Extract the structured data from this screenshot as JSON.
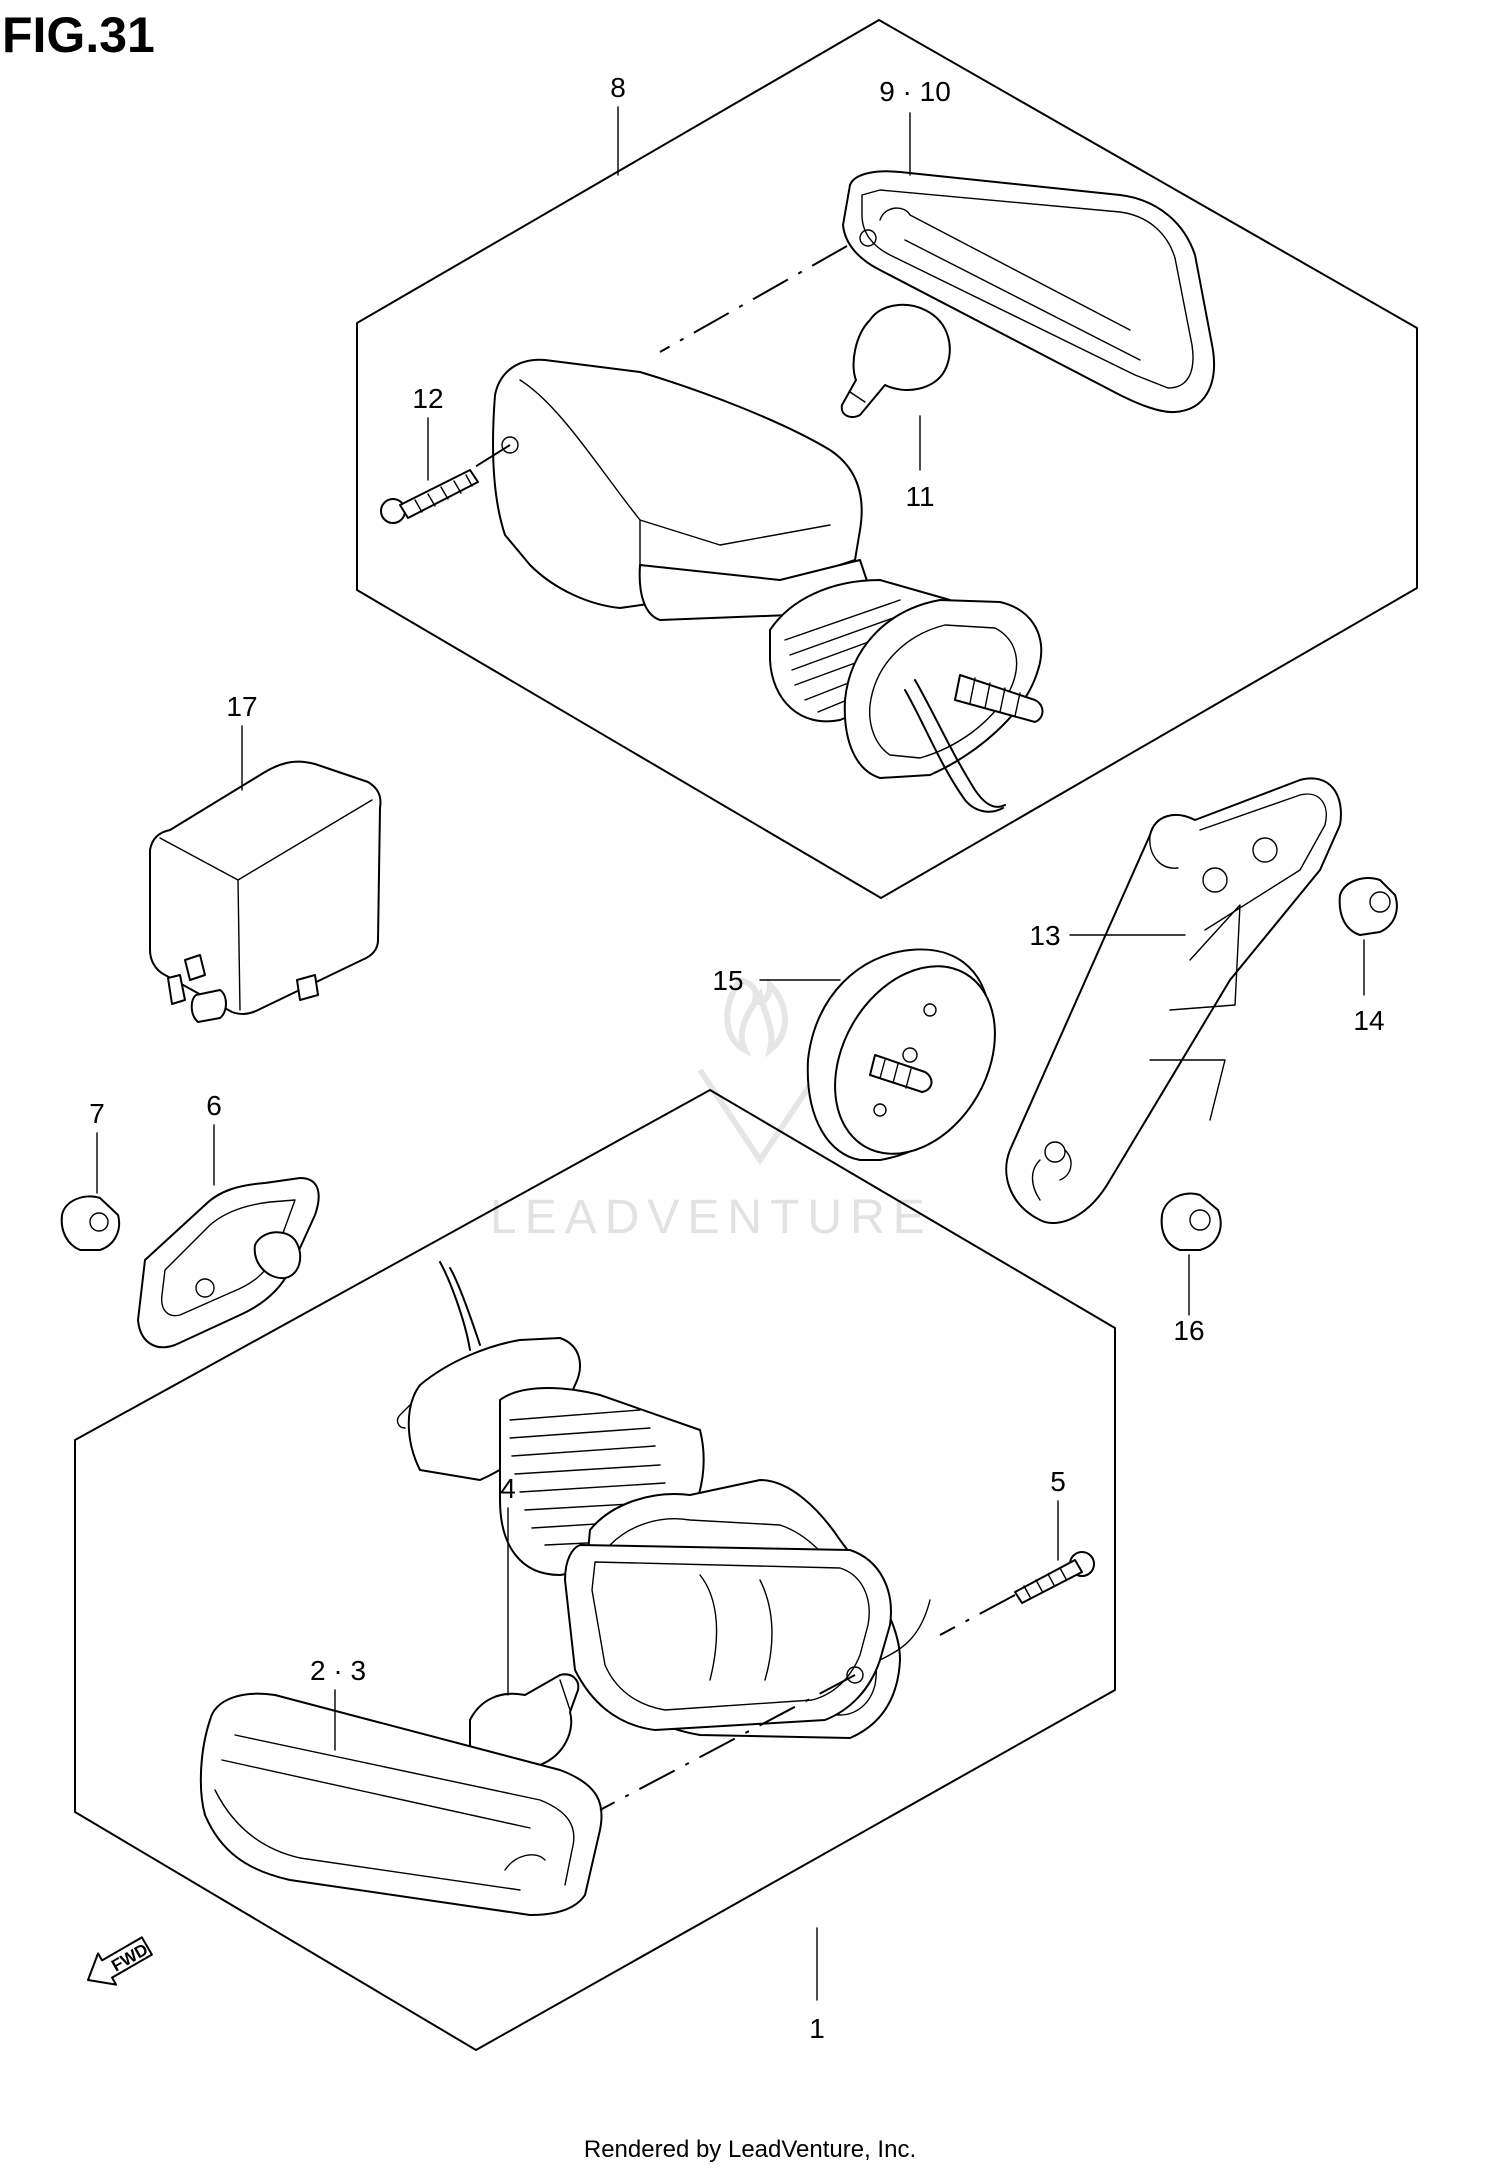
{
  "figure": {
    "title": "FIG.31"
  },
  "callouts": [
    "8",
    "9 · 10",
    "12",
    "11",
    "17",
    "13",
    "14",
    "15",
    "7",
    "6",
    "16",
    "5",
    "4",
    "2 · 3",
    "1"
  ],
  "fwd_label": "FWD",
  "watermark": "LEADVENTURE",
  "footer": "Rendered by LeadVenture, Inc.",
  "colors": {
    "line": "#000000",
    "watermark": "#e2e2e2",
    "background": "#ffffff"
  }
}
